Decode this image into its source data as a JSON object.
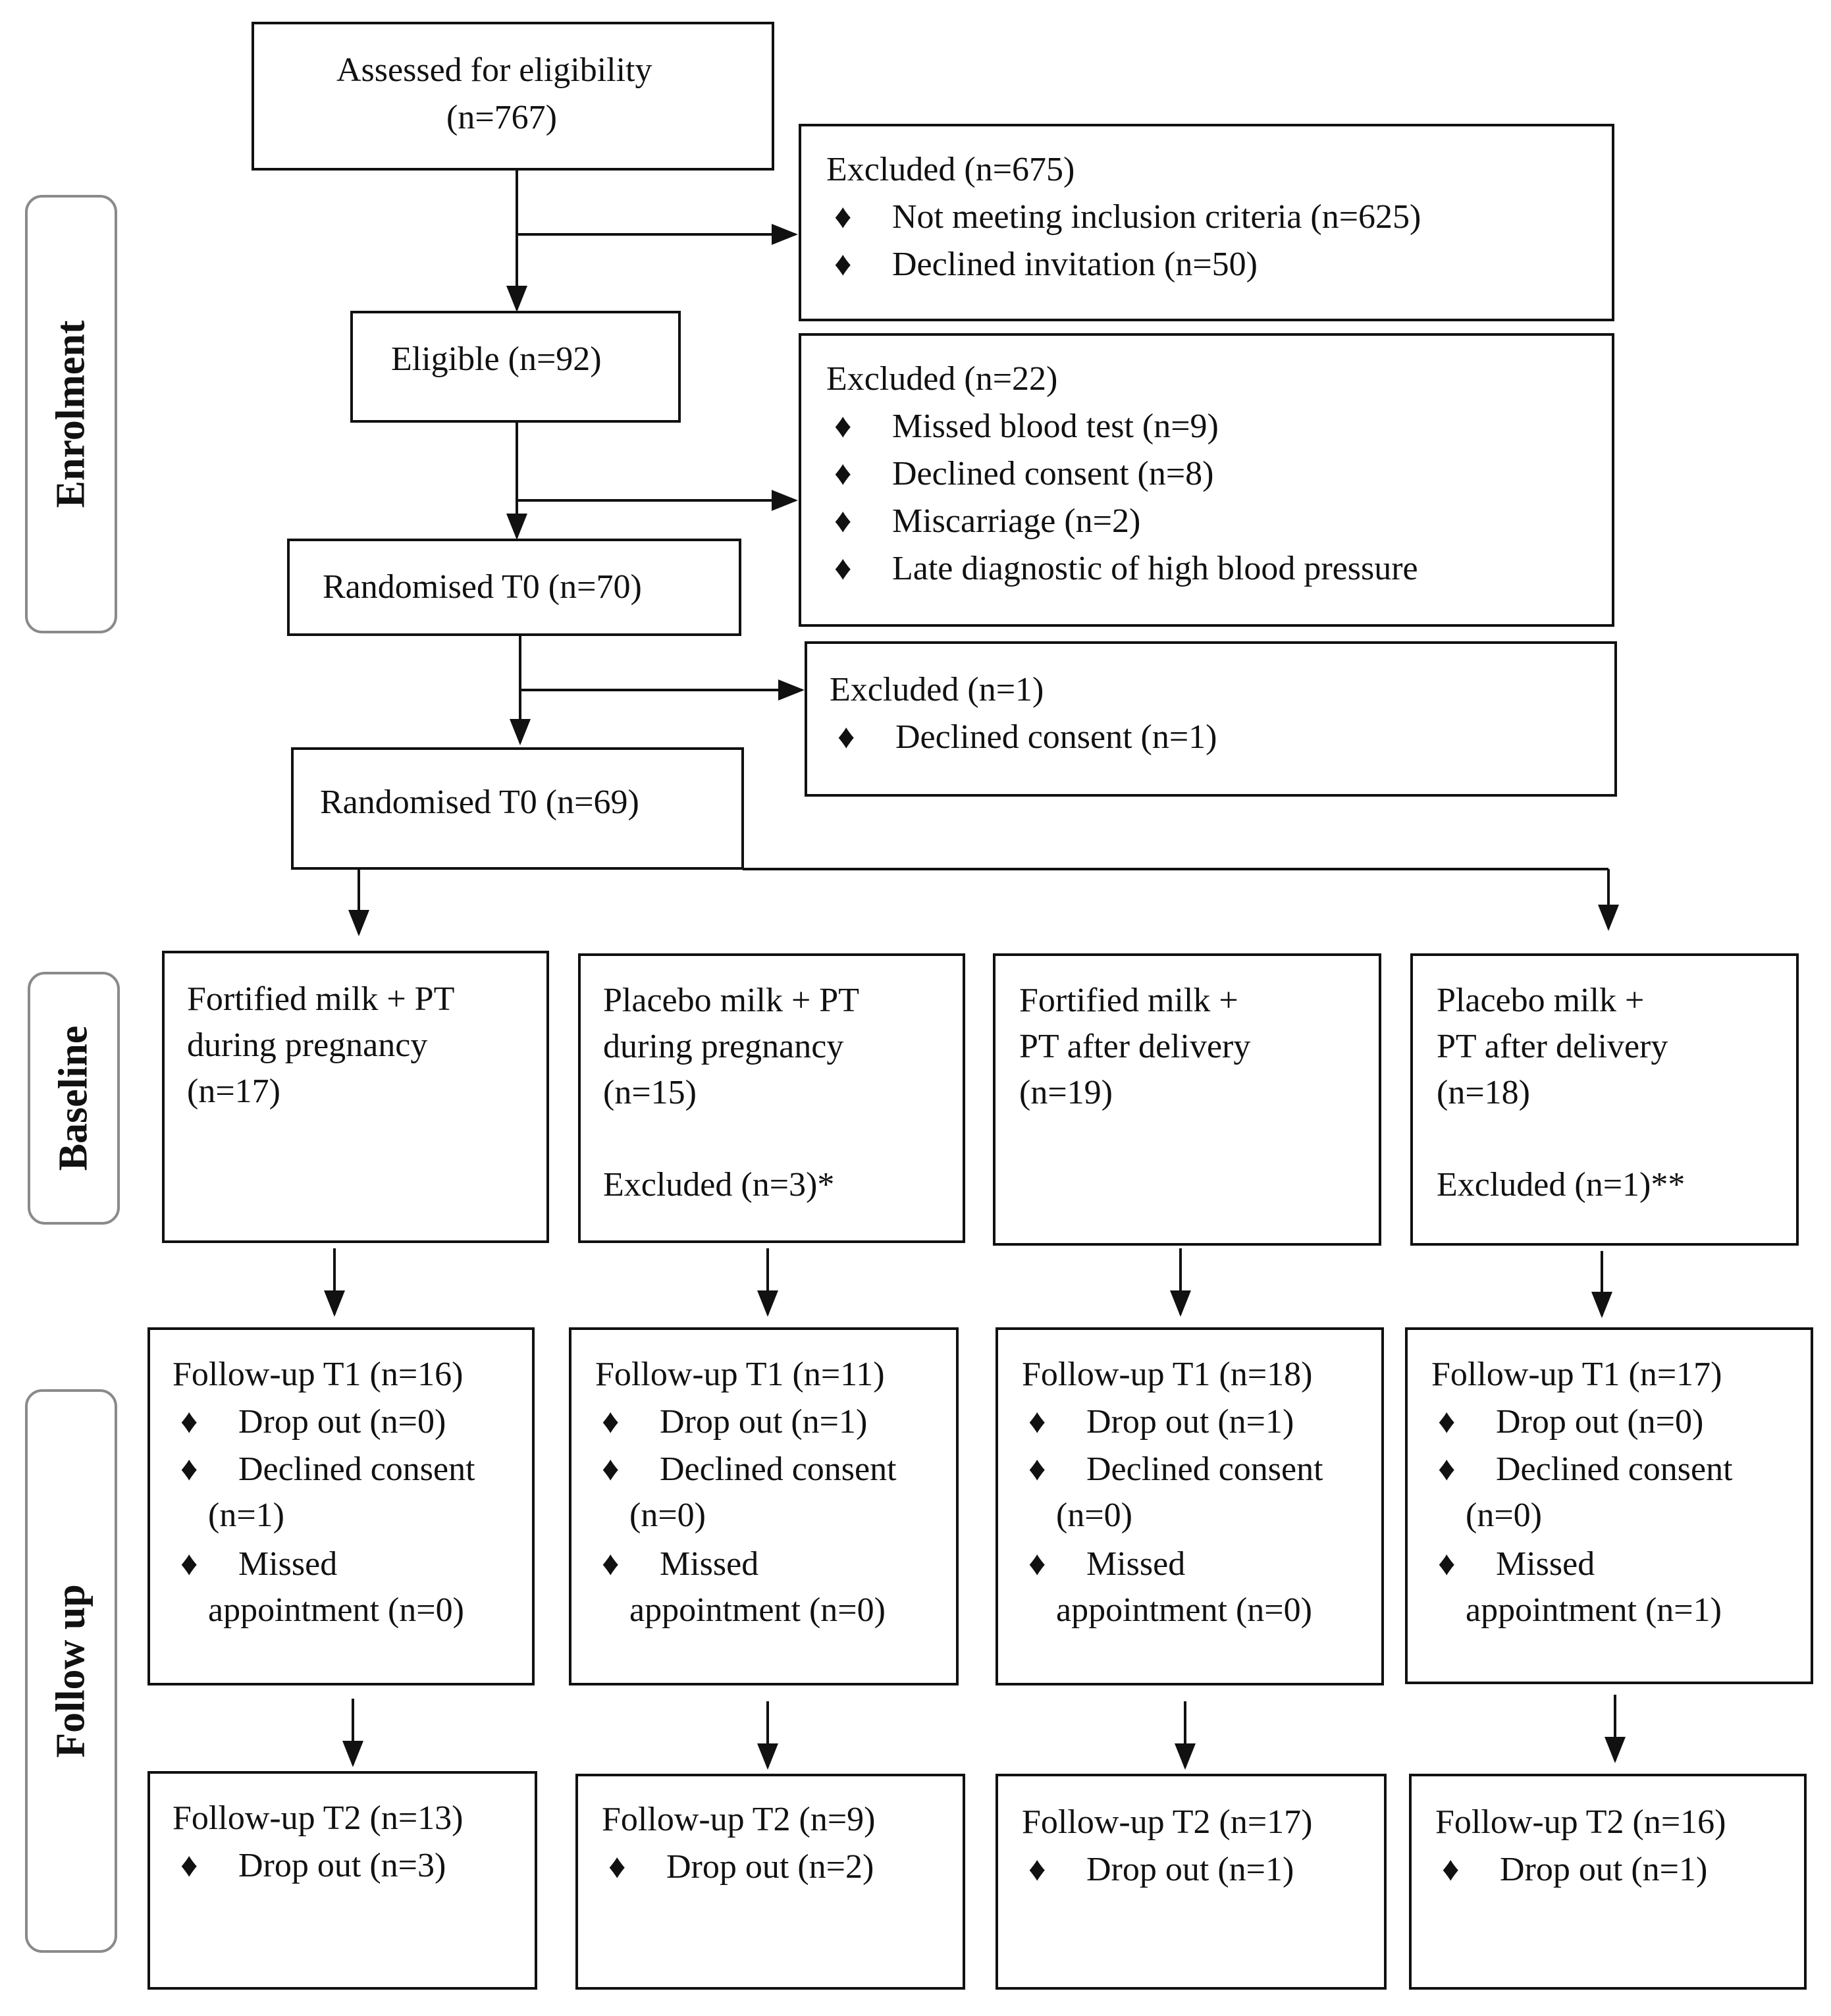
{
  "stages": {
    "enrolment": "Enrolment",
    "baseline": "Baseline",
    "followup": "Follow up"
  },
  "assessed": {
    "label": "Assessed for eligibility",
    "count": "(n=767)"
  },
  "eligible": {
    "label": "Eligible  (n=92)"
  },
  "randomised1": {
    "label": "Randomised T0 (n=70)"
  },
  "randomised2": {
    "label": "Randomised T0 (n=69)"
  },
  "bullet_symbol": "♦",
  "excluded1": {
    "title": "Excluded (n=675)",
    "items": [
      "Not meeting inclusion criteria (n=625)",
      "Declined invitation (n=50)"
    ]
  },
  "excluded2": {
    "title": "Excluded (n=22)",
    "items": [
      "Missed blood test (n=9)",
      "Declined consent (n=8)",
      "Miscarriage (n=2)",
      "Late diagnostic of high blood pressure"
    ]
  },
  "excluded3": {
    "title": "Excluded (n=1)",
    "items": [
      "Declined consent (n=1)"
    ]
  },
  "arms": [
    {
      "baseline": {
        "line1": "Fortified milk + PT",
        "line2": "during pregnancy",
        "line3": "(n=17)",
        "excluded": ""
      },
      "t1": {
        "title": "Follow-up T1 (n=16)",
        "drop": "Drop out (n=0)",
        "declined": "Declined consent",
        "declined_n": "(n=1)",
        "missed": "Missed",
        "missed_n": "appointment (n=0)"
      },
      "t2": {
        "title": "Follow-up T2 (n=13)",
        "drop": "Drop out (n=3)"
      }
    },
    {
      "baseline": {
        "line1": "Placebo milk + PT",
        "line2": "during pregnancy",
        "line3": "(n=15)",
        "excluded": "Excluded (n=3)*"
      },
      "t1": {
        "title": "Follow-up T1 (n=11)",
        "drop": "Drop out (n=1)",
        "declined": "Declined consent",
        "declined_n": "(n=0)",
        "missed": "Missed",
        "missed_n": "appointment (n=0)"
      },
      "t2": {
        "title": "Follow-up T2 (n=9)",
        "drop": "Drop out (n=2)"
      }
    },
    {
      "baseline": {
        "line1": "Fortified milk +",
        "line2": "PT after delivery",
        "line3": "(n=19)",
        "excluded": ""
      },
      "t1": {
        "title": "Follow-up T1 (n=18)",
        "drop": "Drop out (n=1)",
        "declined": "Declined consent",
        "declined_n": "(n=0)",
        "missed": "Missed",
        "missed_n": "appointment (n=0)"
      },
      "t2": {
        "title": "Follow-up T2 (n=17)",
        "drop": "Drop out (n=1)"
      }
    },
    {
      "baseline": {
        "line1": "Placebo milk +",
        "line2": "PT after delivery",
        "line3": "(n=18)",
        "excluded": "Excluded (n=1)**"
      },
      "t1": {
        "title": "Follow-up T1 (n=17)",
        "drop": "Drop out (n=0)",
        "declined": "Declined consent",
        "declined_n": "(n=0)",
        "missed": "Missed",
        "missed_n": "appointment (n=1)"
      },
      "t2": {
        "title": "Follow-up T2 (n=16)",
        "drop": "Drop out (n=1)"
      }
    }
  ]
}
